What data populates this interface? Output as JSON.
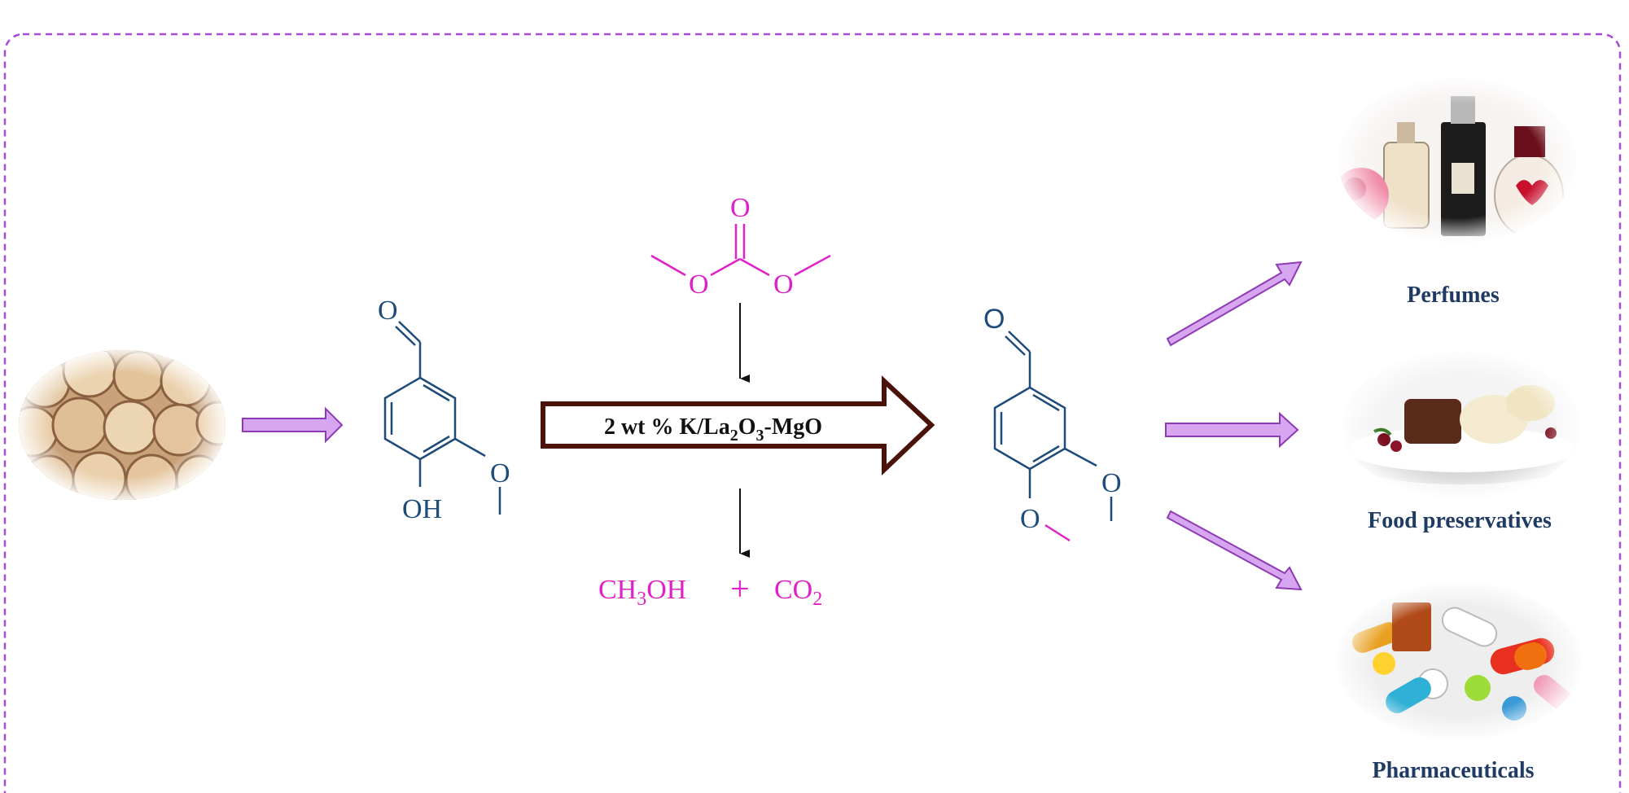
{
  "colors": {
    "frame": "#a64ad8",
    "arrow_fill": "#d6a6f0",
    "arrow_stroke": "#8e3ab5",
    "molecule": "#1d4b7a",
    "reagent": "#e020c8",
    "catalyst_arrow": "#4a1208",
    "label": "#1f3b63"
  },
  "reagent": {
    "atoms": {
      "carbonyl_o": "O",
      "left_o": "O",
      "right_o": "O"
    }
  },
  "byproducts": {
    "methanol": {
      "main": "CH",
      "sub": "3",
      "tail": "OH"
    },
    "plus": "+",
    "co2": {
      "main": "CO",
      "sub": "2"
    }
  },
  "catalyst": {
    "prefix": "2 wt % K/La",
    "sub1": "2",
    "mid": "O",
    "sub2": "3",
    "suffix": "-MgO"
  },
  "vanillin": {
    "aldehyde_o": "O",
    "hydroxyl": "OH",
    "methoxy_o": "O"
  },
  "product": {
    "aldehyde_o": "O",
    "methoxy_o_upper": "O",
    "methoxy_o_lower": "O"
  },
  "applications": [
    {
      "label": "Perfumes",
      "icon": "perfume-bottles-image"
    },
    {
      "label": "Food preservatives",
      "icon": "dessert-plate-image"
    },
    {
      "label": "Pharmaceuticals",
      "icon": "pills-image"
    }
  ],
  "source_icon": "wood-logs-image"
}
